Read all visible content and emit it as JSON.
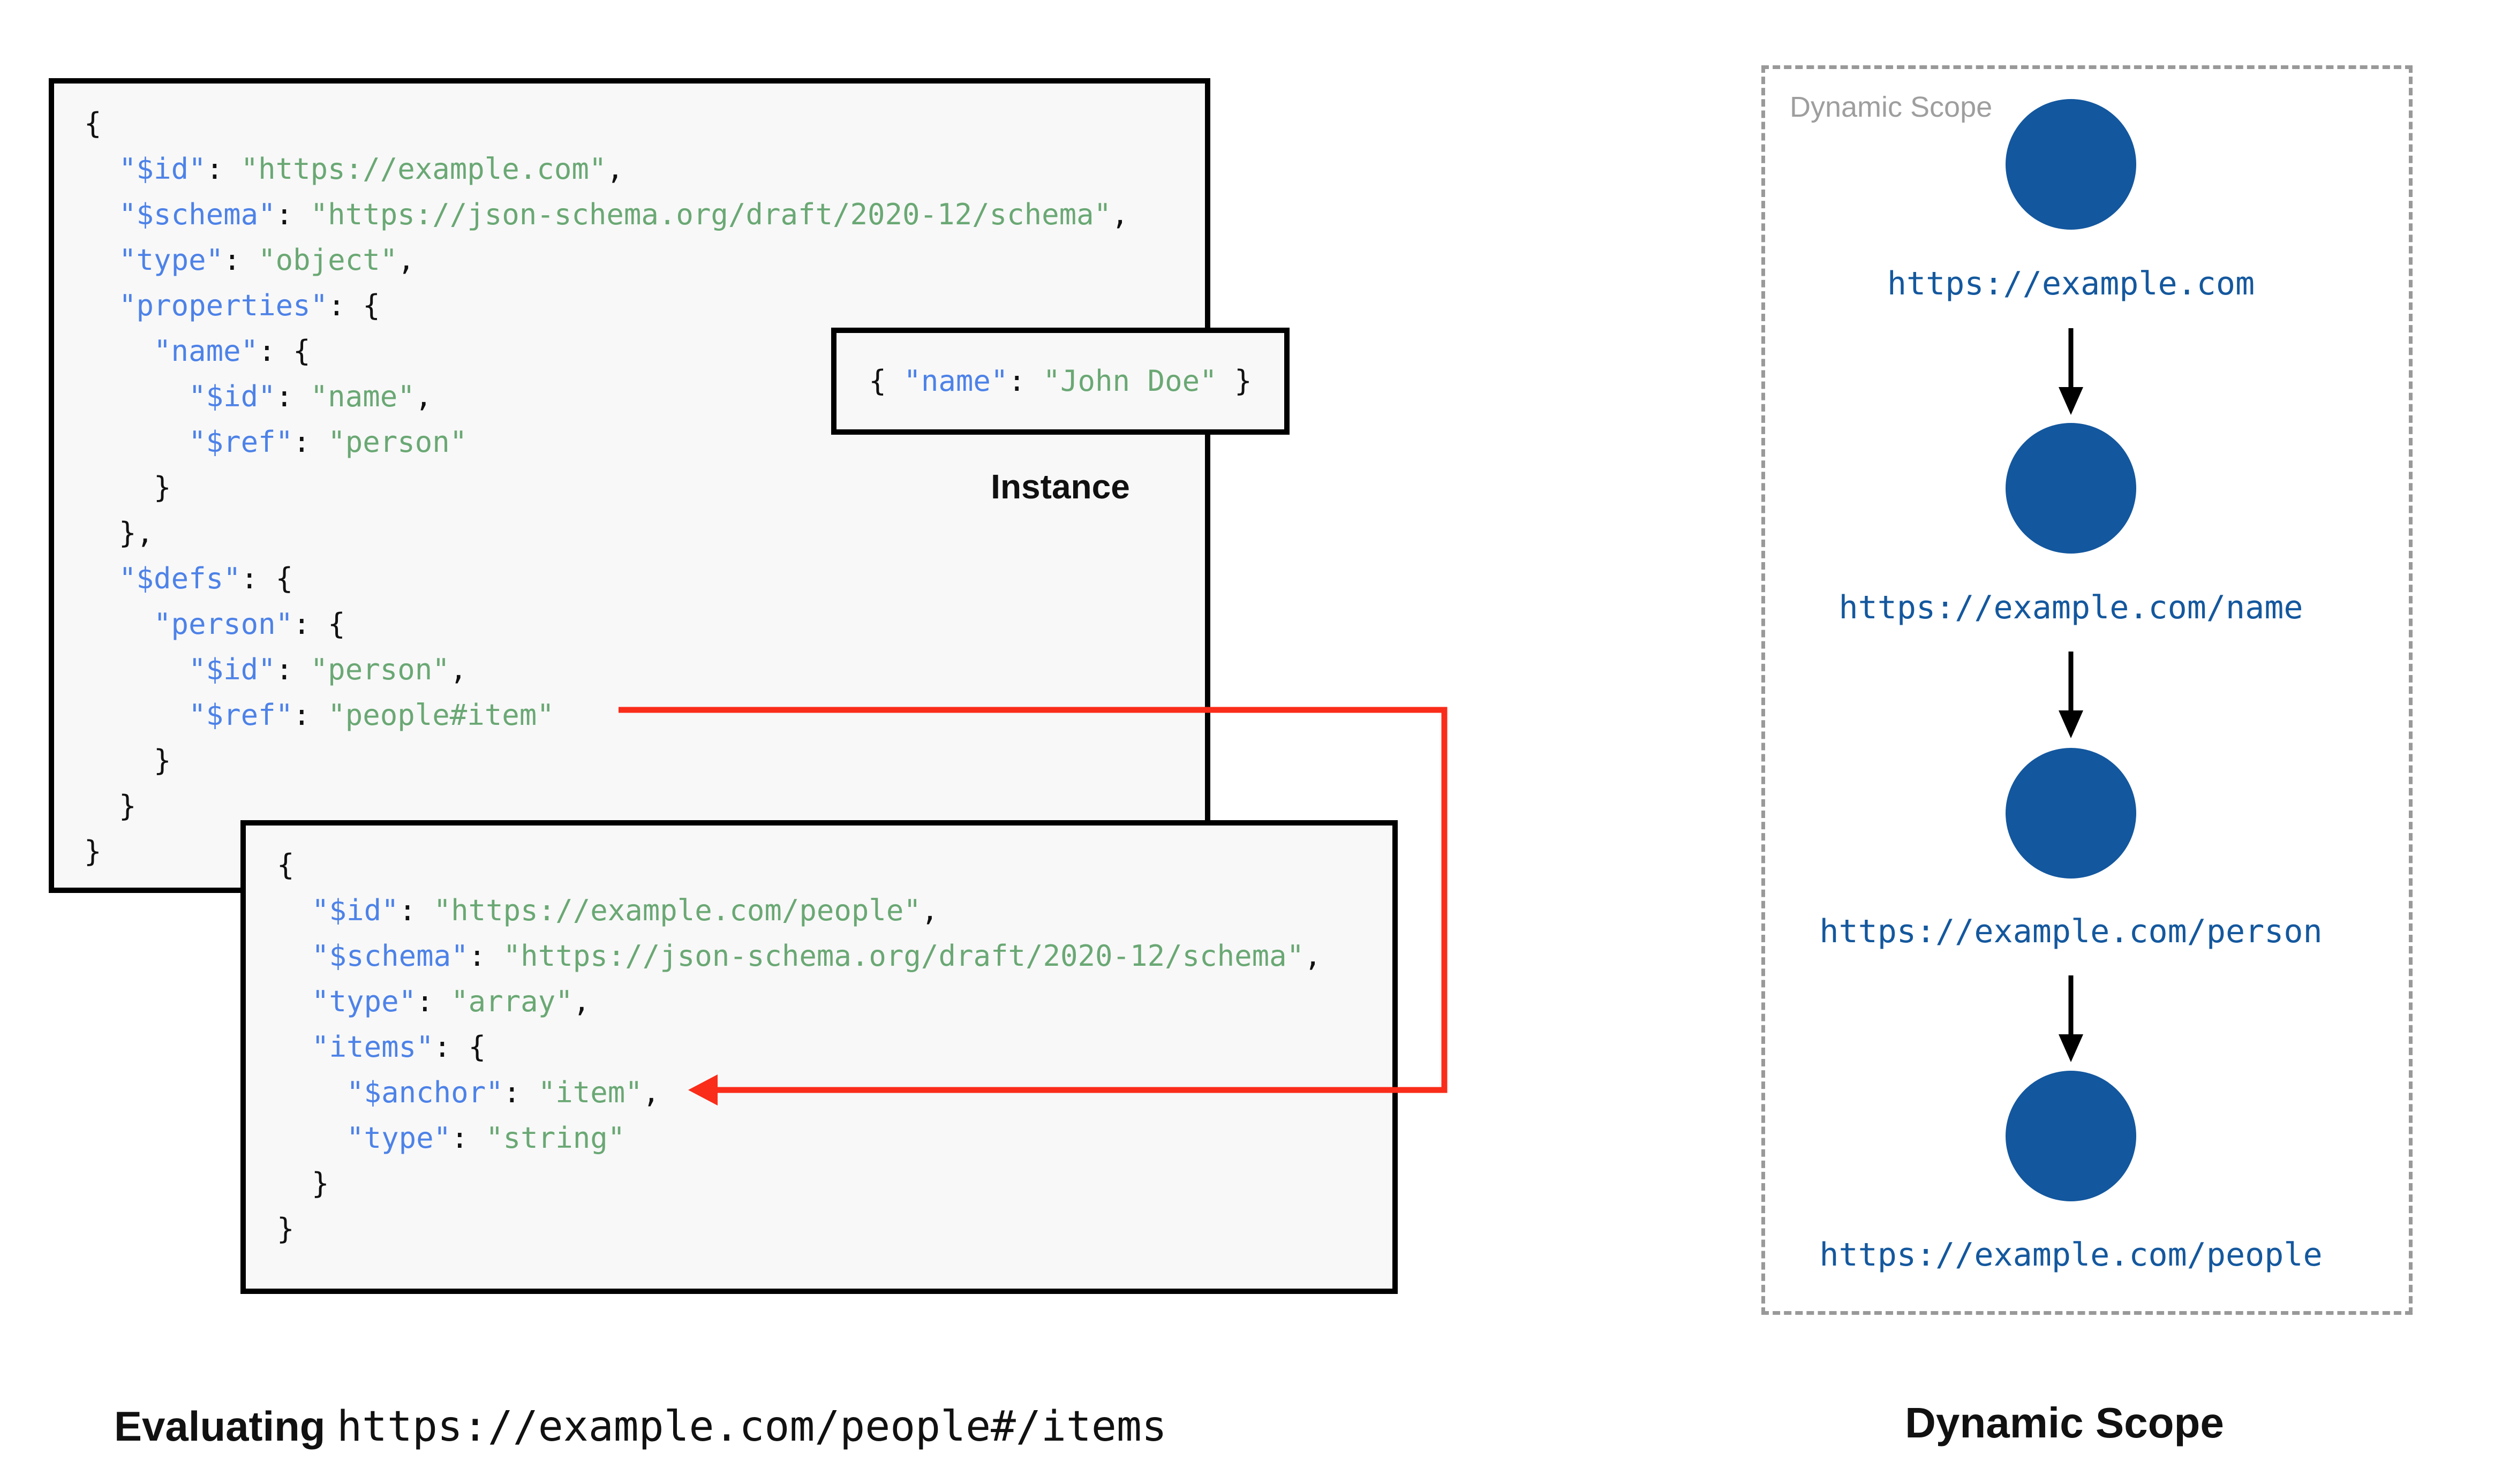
{
  "palette": {
    "key_blue": "#4d82e8",
    "string_green": "#6aa874",
    "node_blue": "#13579e",
    "uri_blue": "#14589e",
    "arrow_red": "#fa2c1a",
    "dash_gray": "#999999",
    "label_gray": "#9e9e9e",
    "box_bg": "#f8f8f8",
    "ink": "#111111"
  },
  "root_schema": {
    "code": [
      "{",
      "  \"$id\": \"https://example.com\",",
      "  \"$schema\": \"https://json-schema.org/draft/2020-12/schema\",",
      "  \"type\": \"object\",",
      "  \"properties\": {",
      "    \"name\": {",
      "      \"$id\": \"name\",",
      "      \"$ref\": \"person\"",
      "    }",
      "  },",
      "  \"$defs\": {",
      "    \"person\": {",
      "      \"$id\": \"person\",",
      "      \"$ref\": \"people#item\"",
      "    }",
      "  }",
      "}"
    ]
  },
  "people_schema": {
    "code": [
      "{",
      "  \"$id\": \"https://example.com/people\",",
      "  \"$schema\": \"https://json-schema.org/draft/2020-12/schema\",",
      "  \"type\": \"array\",",
      "  \"items\": {",
      "    \"$anchor\": \"item\",",
      "    \"type\": \"string\"",
      "  }",
      "}"
    ]
  },
  "instance": {
    "code": [
      "{ \"name\": \"John Doe\" }"
    ],
    "label": "Instance"
  },
  "evaluating_caption": {
    "prefix": "Evaluating ",
    "uri": "https://example.com/people#/items"
  },
  "dynamic_scope": {
    "panel_label": "Dynamic Scope",
    "caption": "Dynamic Scope",
    "nodes": [
      {
        "uri": "https://example.com"
      },
      {
        "uri": "https://example.com/name"
      },
      {
        "uri": "https://example.com/person"
      },
      {
        "uri": "https://example.com/people"
      }
    ]
  }
}
